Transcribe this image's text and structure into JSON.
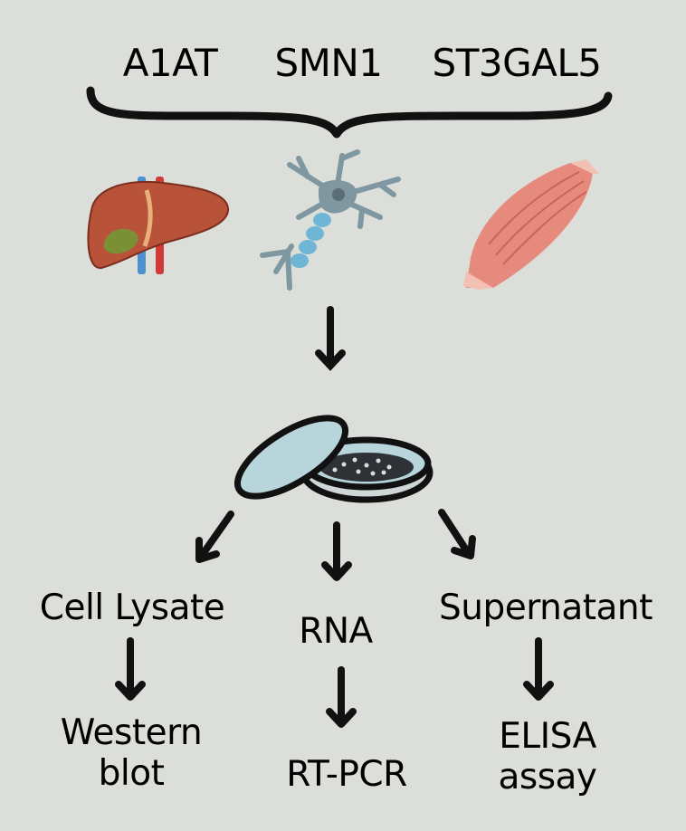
{
  "genes": [
    "A1AT",
    "SMN1",
    "ST3GAL5"
  ],
  "branches": {
    "left": {
      "label": "Cell Lysate",
      "result_line1": "Western",
      "result_line2": "blot"
    },
    "middle": {
      "label": "RNA",
      "result_line1": "RT-PCR"
    },
    "right": {
      "label": "Supernatant",
      "result_line1": "ELISA",
      "result_line2": "assay"
    }
  },
  "icons": [
    "liver-icon",
    "neuron-icon",
    "muscle-icon",
    "petri-dish-icon"
  ],
  "colors": {
    "background": "#dcded9",
    "liver": "#b8533a",
    "neuron": "#7f97a0",
    "axon": "#6fb6d6",
    "muscle": "#e58a7d",
    "dish": "#b9d5dc"
  }
}
